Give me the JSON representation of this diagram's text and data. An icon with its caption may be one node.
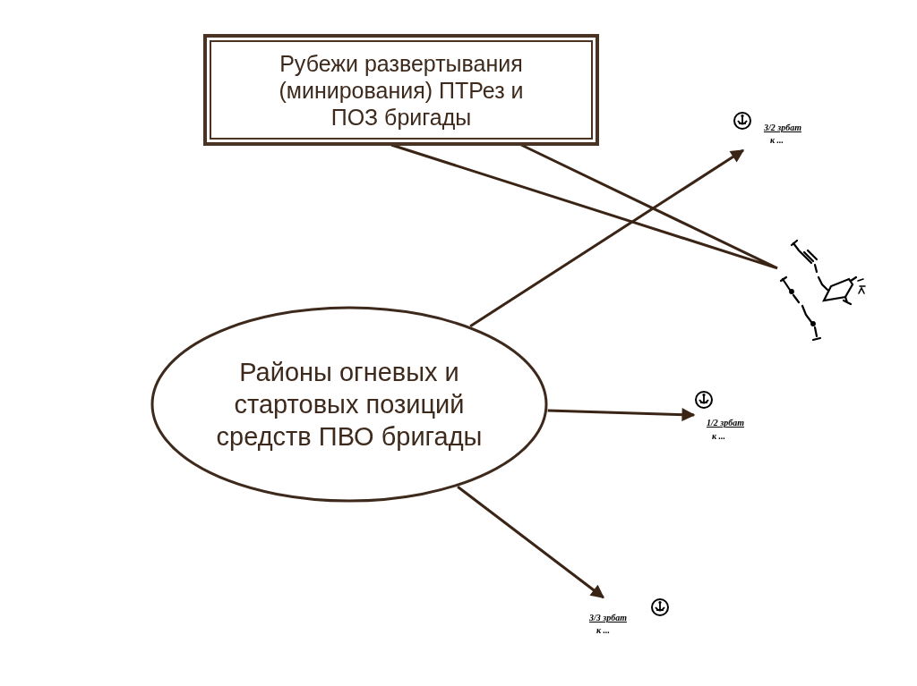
{
  "diagram": {
    "nodes": [
      {
        "text": [
          "Рубежи развертывания (минирования) ПТРез и ПОЗ бригады"
        ]
      },
      {
        "text": [
          "Районы огневых и стартовых позиций средств ПВО бригады"
        ]
      },
      {
        "text": [
          "3/2 зрбат",
          "к ..."
        ]
      },
      {
        "text": [],
        "shape": "picture"
      },
      {
        "text": [
          "1/2 зрбат",
          "к ..."
        ]
      },
      {
        "text": [
          "3/3 зрбат",
          "к ..."
        ]
      }
    ],
    "edges": [
      {
        "from": 0,
        "to": 3,
        "arrow": "none"
      },
      {
        "from": 1,
        "to": 2,
        "arrow": "to"
      },
      {
        "from": 1,
        "to": 4,
        "arrow": "to"
      },
      {
        "from": 1,
        "to": 5,
        "arrow": "to"
      }
    ]
  }
}
